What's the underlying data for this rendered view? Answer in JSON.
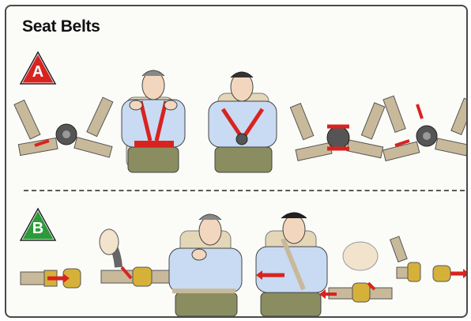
{
  "title": "Seat Belts",
  "sections": [
    {
      "label": "A",
      "color": "#d9231f"
    },
    {
      "label": "B",
      "color": "#2c9a3a"
    }
  ],
  "colors": {
    "strap": "#c8b99a",
    "buckle": "#d6b13a",
    "arrow": "#d9231f",
    "shirt": "#c9dbf3",
    "trousers": "#8a8d5f",
    "seat": "#e3d7b8"
  }
}
